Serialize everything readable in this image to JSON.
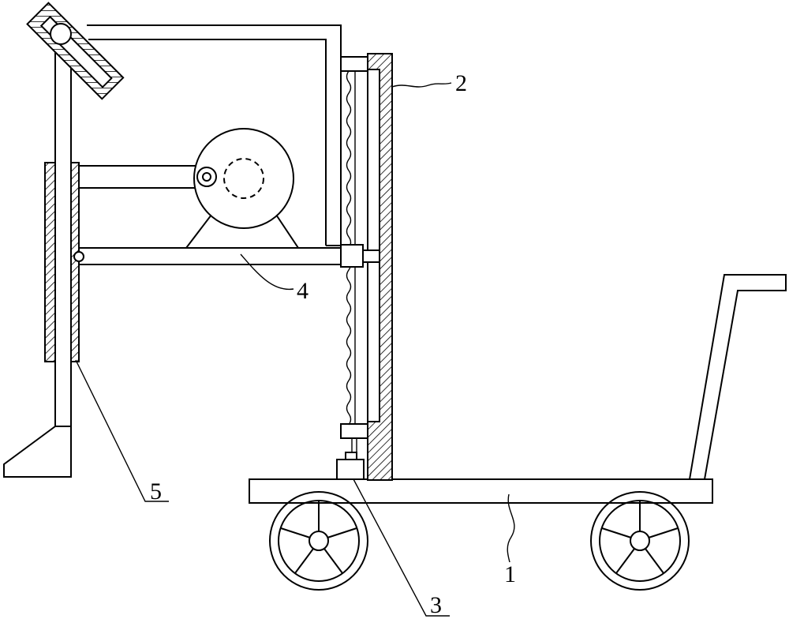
{
  "labels": {
    "cart": "1",
    "column": "2",
    "motor_base": "3",
    "arm": "4",
    "sleeve": "5"
  }
}
